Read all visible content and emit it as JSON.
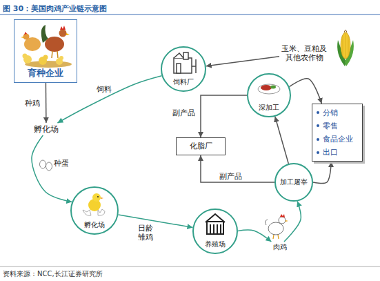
{
  "diagram": {
    "title": "图 30：美国肉鸡产业链示意图",
    "caption": "资料来源：NCC,长江证券研究所",
    "nodes": [
      {
        "text": [
          "育种企业"
        ]
      },
      {
        "text": [
          "玉米、豆粕及 其他农作物"
        ]
      },
      {
        "text": [
          "饲料厂"
        ]
      },
      {
        "text": [
          "孵化场"
        ]
      },
      {
        "text": [
          "孵化场"
        ]
      },
      {
        "text": [
          "养殖场"
        ]
      },
      {
        "text": [
          "肉鸡"
        ]
      },
      {
        "text": [
          "加工屠宰"
        ]
      },
      {
        "text": [
          "深加工"
        ]
      },
      {
        "text": [
          "化脂厂"
        ]
      },
      {
        "text": [
          "分销",
          "零售",
          "食品企业",
          "出口"
        ]
      }
    ],
    "edges": [
      {
        "from": 1,
        "to": 2,
        "arrow": "to"
      },
      {
        "from": 2,
        "to": 3,
        "label": "饲料",
        "arrow": "to"
      },
      {
        "from": 0,
        "to": 3,
        "label": "种鸡",
        "arrow": "to"
      },
      {
        "from": 3,
        "to": 4,
        "label": "种蛋",
        "arrow": "to"
      },
      {
        "from": 4,
        "to": 5,
        "label": "日龄 雏鸡",
        "arrow": "to"
      },
      {
        "from": 5,
        "to": 6,
        "arrow": "to"
      },
      {
        "from": 6,
        "to": 7,
        "arrow": "to"
      },
      {
        "from": 7,
        "to": 8,
        "arrow": "to"
      },
      {
        "from": 7,
        "to": 9,
        "label": "副产品",
        "arrow": "to"
      },
      {
        "from": 8,
        "to": 9,
        "label": "副产品",
        "arrow": "to"
      },
      {
        "from": 8,
        "to": 10,
        "arrow": "to"
      },
      {
        "from": 7,
        "to": 10,
        "arrow": "to"
      }
    ]
  }
}
